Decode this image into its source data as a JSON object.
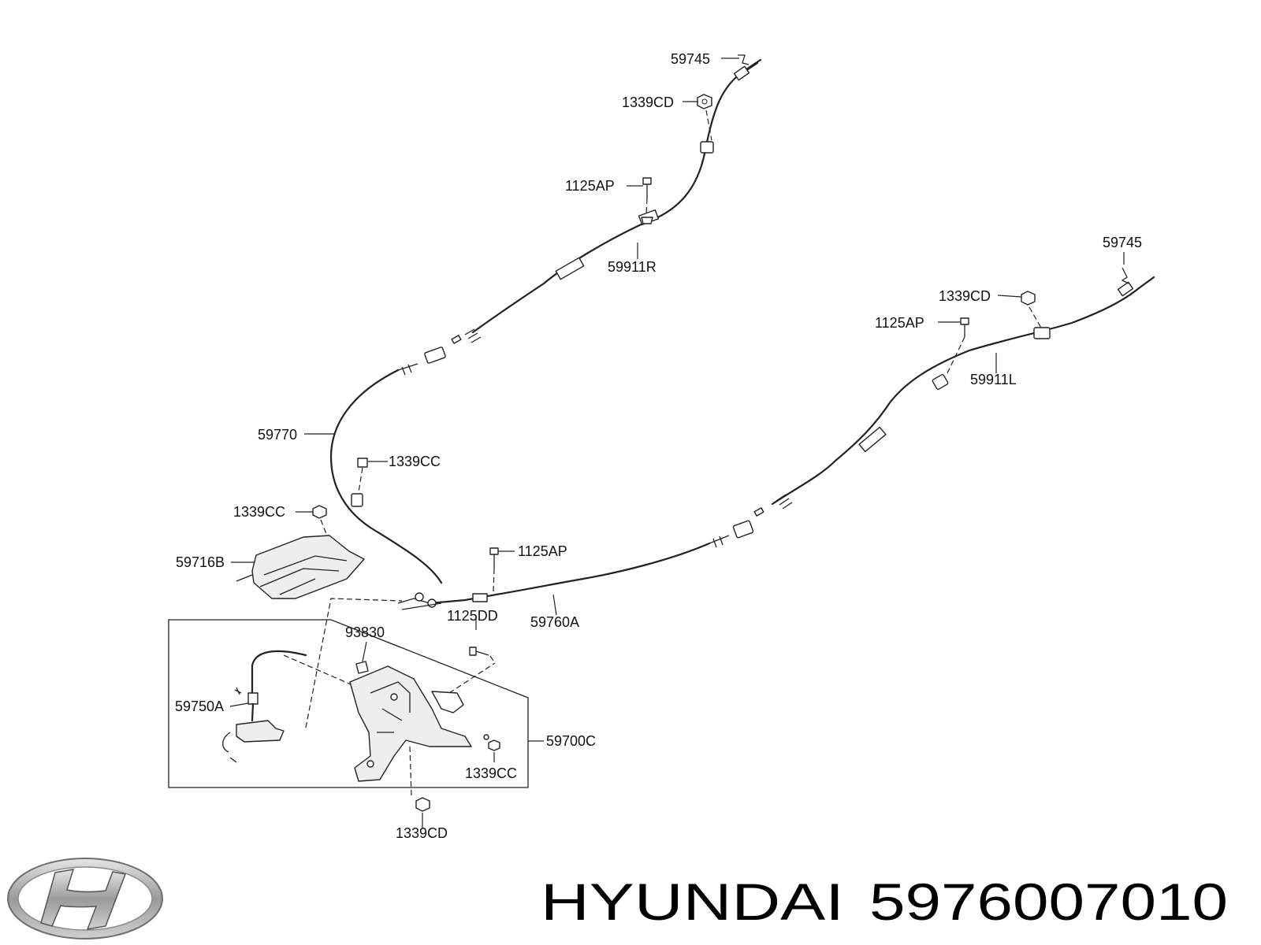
{
  "diagram": {
    "labels": {
      "p59745_r": "59745",
      "p1339cd_r": "1339CD",
      "p1125ap_r": "1125AP",
      "p59911r": "59911R",
      "p59745_l": "59745",
      "p1339cd_l": "1339CD",
      "p1125ap_l": "1125AP",
      "p59911l": "59911L",
      "p59770": "59770",
      "p1339cc_a": "1339CC",
      "p1339cc_b": "1339CC",
      "p59716b": "59716B",
      "p1125ap_c": "1125AP",
      "p1125dd": "1125DD",
      "p59760a": "59760A",
      "p93830": "93830",
      "p59750a": "59750A",
      "p59700c": "59700C",
      "p1339cc_c": "1339CC",
      "p1339cd_b": "1339CD"
    }
  },
  "caption": {
    "brand": "HYUNDAI",
    "part_number": "5976007010"
  },
  "logo": {
    "brand": "Hyundai",
    "icon": "hyundai-logo"
  }
}
